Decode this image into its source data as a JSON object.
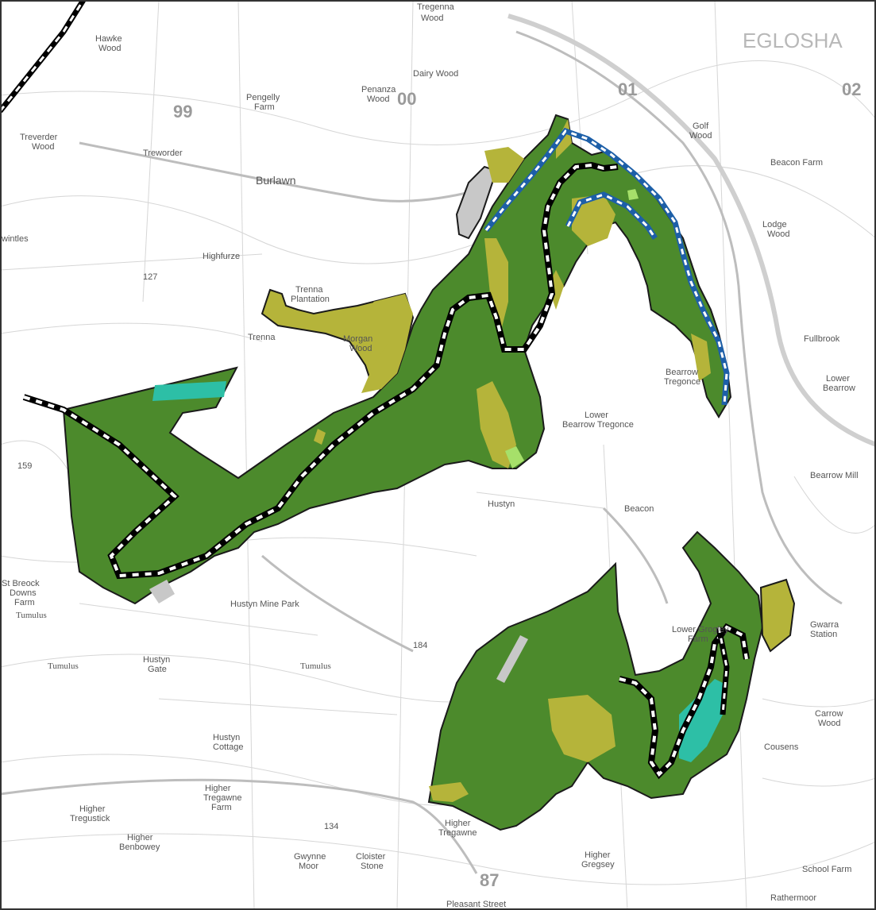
{
  "colors": {
    "background": "#ffffff",
    "road": "#c8c8c8",
    "contour": "#dddddd",
    "woodland_dark": "#4c8a2c",
    "woodland_olive": "#b5b43a",
    "woodland_light": "#a6e06a",
    "water_teal": "#2dbfa6",
    "grey_patch": "#c8c8c8",
    "boundary": "#1a1a1a",
    "trail_black_white": "#000000",
    "trail_blue_white": "#1d5fa8"
  },
  "labels": {
    "eglosha": "EGLOSHA",
    "grid_00": "00",
    "grid_01": "01",
    "grid_02": "02",
    "grid_99": "99",
    "grid_87": "87",
    "hawke_wood": [
      "Hawke",
      "Wood"
    ],
    "tregenna_wood": [
      "Tregenna",
      "Wood"
    ],
    "dairy_wood": "Dairy Wood",
    "penanza_wood": [
      "Penanza",
      "Wood"
    ],
    "pengelly_farm": [
      "Pengelly",
      "Farm"
    ],
    "treverder_wood": [
      "Treverder",
      "Wood"
    ],
    "treworder": "Treworder",
    "burlawn": "Burlawn",
    "swindles": "wintles",
    "highfurze": "Highfurze",
    "trenna": [
      "Trenna",
      "Plantation"
    ],
    "trenna2": "Trenna",
    "morgan_wood": [
      "Morgan",
      "Wood"
    ],
    "golf_wood": [
      "Golf",
      "Wood"
    ],
    "beacon_farm": "Beacon Farm",
    "lodge_wood": [
      "Lodge",
      "Wood"
    ],
    "fullbrook": "Fullbrook",
    "lower_bearrow": [
      "Lower",
      "Bearrow"
    ],
    "bearrow_tregonce": [
      "Bearrow",
      "Tregonce"
    ],
    "lower_bearrow_tregonce": [
      "Lower",
      "Bearrow Tregonce"
    ],
    "bearrow_mill": "Bearrow Mill",
    "hustyn": "Hustyn",
    "beacon": "Beacon",
    "st_breock": [
      "St Breock",
      "Downs",
      "Farm"
    ],
    "hustyn_mine_park": "Hustyn Mine Park",
    "hustyn_gate": [
      "Hustyn",
      "Gate"
    ],
    "tumulus1": "Tumulus",
    "tumulus2": "Tumulus",
    "tumulus3": "Tumulus",
    "ha184": "184",
    "ha159": "159",
    "ha127": "127",
    "ha134": "134",
    "hustyn_cottage": [
      "Hustyn",
      "Cottage"
    ],
    "higher_tregawne_farm": [
      "Higher",
      "Tregawne",
      "Farm"
    ],
    "higher_tregustick": [
      "Higher",
      "Tregustick"
    ],
    "higher_benbowey": [
      "Higher",
      "Benbowey"
    ],
    "gwynne_moor": [
      "Gwynne",
      "Moor"
    ],
    "cloister_stone": [
      "Cloister",
      "Stone"
    ],
    "higher_tregawne": [
      "Higher",
      "Tregawne"
    ],
    "higher_gregsey": [
      "Higher",
      "Gregsey"
    ],
    "school_farm": "School Farm",
    "carrow_wood": [
      "Carrow",
      "Wood"
    ],
    "cousens": "Cousens",
    "station": [
      "Gwarra",
      "Station"
    ],
    "grogley_farm": [
      "Lower Grogley",
      "Farm"
    ],
    "pleasant_street": "Pleasant Street",
    "rathermoor": "Rathermoor"
  }
}
